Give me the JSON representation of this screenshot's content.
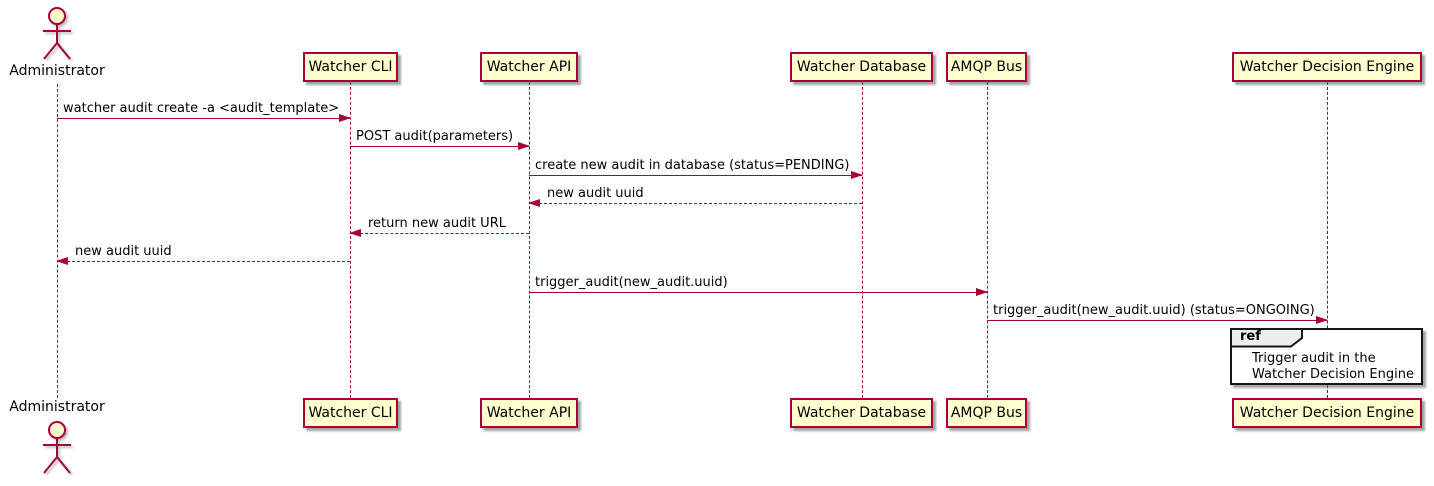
{
  "diagram_type": "uml-sequence",
  "colors": {
    "accent": "#A80036",
    "participant_fill": "#FEFECE",
    "participant_border": "#A80036",
    "ref_header_fill": "#EEEEEE",
    "ref_border": "#151515",
    "background": "#FFFFFF",
    "text": "#000000"
  },
  "actor": {
    "label": "Administrator"
  },
  "participants": [
    {
      "label": "Watcher CLI"
    },
    {
      "label": "Watcher API"
    },
    {
      "label": "Watcher Database"
    },
    {
      "label": "AMQP Bus"
    },
    {
      "label": "Watcher Decision Engine"
    }
  ],
  "messages": [
    {
      "from": "Administrator",
      "to": "Watcher CLI",
      "label": "watcher audit create -a <audit_template>",
      "line": "solid",
      "direction": "right"
    },
    {
      "from": "Watcher CLI",
      "to": "Watcher API",
      "label": "POST audit(parameters)",
      "line": "solid",
      "direction": "right"
    },
    {
      "from": "Watcher API",
      "to": "Watcher Database",
      "label": "create new audit in database (status=PENDING)",
      "line": "solid",
      "direction": "right"
    },
    {
      "from": "Watcher Database",
      "to": "Watcher API",
      "label": "new audit uuid",
      "line": "dashed",
      "direction": "left"
    },
    {
      "from": "Watcher API",
      "to": "Watcher CLI",
      "label": "return new audit URL",
      "line": "dashed",
      "direction": "left"
    },
    {
      "from": "Watcher CLI",
      "to": "Administrator",
      "label": "new audit uuid",
      "line": "dashed",
      "direction": "left"
    },
    {
      "from": "Watcher API",
      "to": "AMQP Bus",
      "label": "trigger_audit(new_audit.uuid)",
      "line": "solid",
      "direction": "right"
    },
    {
      "from": "AMQP Bus",
      "to": "Watcher Decision Engine",
      "label": "trigger_audit(new_audit.uuid) (status=ONGOING)",
      "line": "solid",
      "direction": "right"
    }
  ],
  "ref_fragment": {
    "keyword": "ref",
    "over": "Watcher Decision Engine",
    "line1": "Trigger audit in the",
    "line2": "Watcher Decision Engine"
  }
}
